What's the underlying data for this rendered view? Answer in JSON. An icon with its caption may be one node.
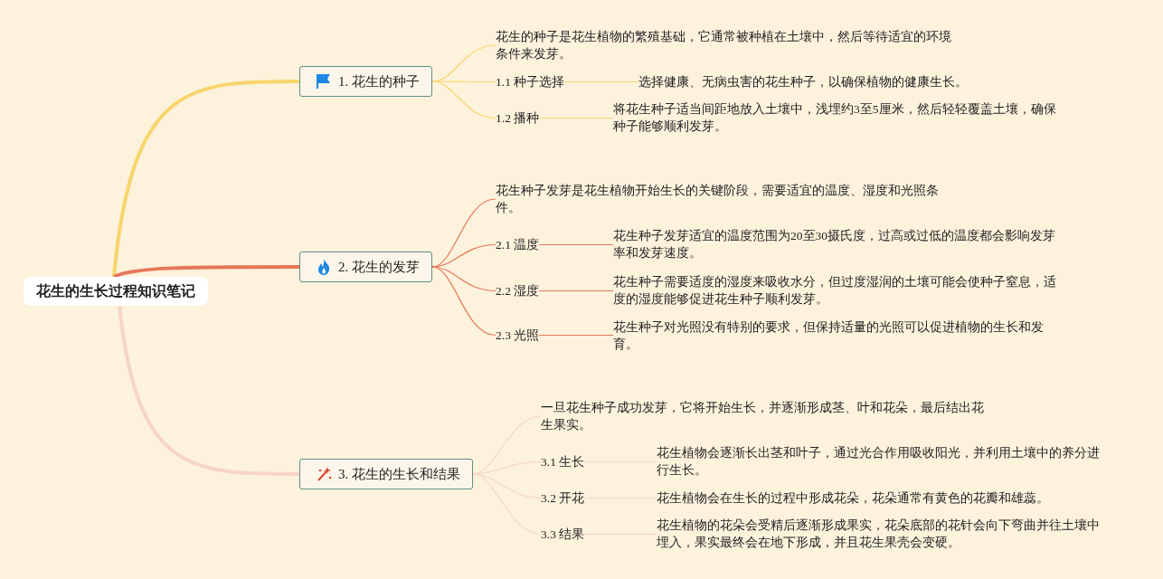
{
  "diagram": {
    "nodes": [
      {
        "text": [
          "花生的生长过程知识笔记"
        ]
      },
      {
        "text": [
          "1. 花生的种子"
        ]
      },
      {
        "text": [
          "花生的种子是花生植物的繁殖基础，它通常被种植在土壤中，然后等待适宜的环境条件来发芽。"
        ]
      },
      {
        "text": [
          "1.1 种子选择"
        ]
      },
      {
        "text": [
          "选择健康、无病虫害的花生种子，以确保植物的健康生长。"
        ]
      },
      {
        "text": [
          "1.2 播种"
        ]
      },
      {
        "text": [
          "将花生种子适当间距地放入土壤中，浅埋约3至5厘米，然后轻轻覆盖土壤，确保种子能够顺利发芽。"
        ]
      },
      {
        "text": [
          "2. 花生的发芽"
        ]
      },
      {
        "text": [
          "花生种子发芽是花生植物开始生长的关键阶段，需要适宜的温度、湿度和光照条件。"
        ]
      },
      {
        "text": [
          "2.1 温度"
        ]
      },
      {
        "text": [
          "花生种子发芽适宜的温度范围为20至30摄氏度，过高或过低的温度都会影响发芽率和发芽速度。"
        ]
      },
      {
        "text": [
          "2.2 湿度"
        ]
      },
      {
        "text": [
          "花生种子需要适度的湿度来吸收水分，但过度湿润的土壤可能会使种子窒息，适度的湿度能够促进花生种子顺利发芽。"
        ]
      },
      {
        "text": [
          "2.3 光照"
        ]
      },
      {
        "text": [
          "花生种子对光照没有特别的要求，但保持适量的光照可以促进植物的生长和发育。"
        ]
      },
      {
        "text": [
          "3. 花生的生长和结果"
        ]
      },
      {
        "text": [
          "一旦花生种子成功发芽，它将开始生长，并逐渐形成茎、叶和花朵，最后结出花生果实。"
        ]
      },
      {
        "text": [
          "3.1 生长"
        ]
      },
      {
        "text": [
          "花生植物会逐渐长出茎和叶子，通过光合作用吸收阳光，并利用土壤中的养分进行生长。"
        ]
      },
      {
        "text": [
          "3.2 开花"
        ]
      },
      {
        "text": [
          "花生植物会在生长的过程中形成花朵，花朵通常有黄色的花瓣和雄蕊。"
        ]
      },
      {
        "text": [
          "3.3 结果"
        ]
      },
      {
        "text": [
          "花生植物的花朵会受精后逐渐形成果实，花朵底部的花针会向下弯曲并往土壤中埋入，果实最终会在地下形成，并且花生果壳会变硬。"
        ]
      }
    ],
    "edges": [
      {
        "from": 0,
        "to": 1,
        "arrow": "none",
        "style": "thick",
        "color": "#f8d56c"
      },
      {
        "from": 1,
        "to": 2,
        "arrow": "none",
        "color": "#f8d56c"
      },
      {
        "from": 1,
        "to": 3,
        "arrow": "none",
        "color": "#f8d56c"
      },
      {
        "from": 3,
        "to": 4,
        "arrow": "none",
        "color": "#f8d56c"
      },
      {
        "from": 1,
        "to": 5,
        "arrow": "none",
        "color": "#f8d56c"
      },
      {
        "from": 5,
        "to": 6,
        "arrow": "none",
        "color": "#f8d56c"
      },
      {
        "from": 0,
        "to": 7,
        "arrow": "none",
        "style": "thick",
        "color": "#e6775a"
      },
      {
        "from": 7,
        "to": 8,
        "arrow": "none",
        "color": "#e6775a"
      },
      {
        "from": 7,
        "to": 9,
        "arrow": "none",
        "color": "#e6775a"
      },
      {
        "from": 9,
        "to": 10,
        "arrow": "none",
        "color": "#e6775a"
      },
      {
        "from": 7,
        "to": 11,
        "arrow": "none",
        "color": "#e6775a"
      },
      {
        "from": 11,
        "to": 12,
        "arrow": "none",
        "color": "#e6775a"
      },
      {
        "from": 7,
        "to": 13,
        "arrow": "none",
        "color": "#e6775a"
      },
      {
        "from": 13,
        "to": 14,
        "arrow": "none",
        "color": "#e6775a"
      },
      {
        "from": 0,
        "to": 15,
        "arrow": "none",
        "style": "thick",
        "color": "#f6d5c6"
      },
      {
        "from": 15,
        "to": 16,
        "arrow": "none",
        "color": "#f6d5c6"
      },
      {
        "from": 15,
        "to": 17,
        "arrow": "none",
        "color": "#f6d5c6"
      },
      {
        "from": 17,
        "to": 18,
        "arrow": "none",
        "color": "#f6d5c6"
      },
      {
        "from": 15,
        "to": 19,
        "arrow": "none",
        "color": "#f6d5c6"
      },
      {
        "from": 19,
        "to": 20,
        "arrow": "none",
        "color": "#f6d5c6"
      },
      {
        "from": 15,
        "to": 21,
        "arrow": "none",
        "color": "#f6d5c6"
      },
      {
        "from": 21,
        "to": 22,
        "arrow": "none",
        "color": "#f6d5c6"
      }
    ]
  }
}
